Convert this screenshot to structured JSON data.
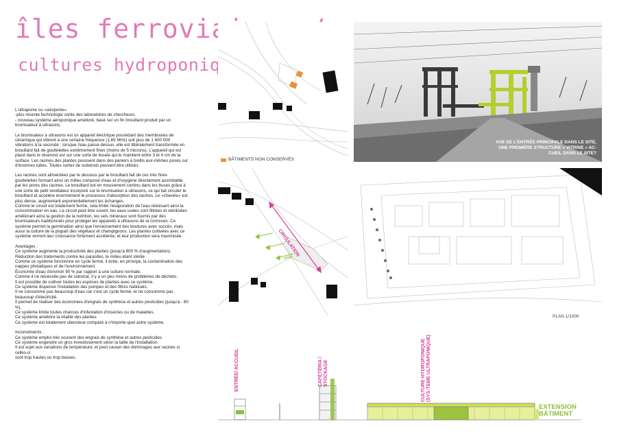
{
  "header": {
    "title_line1": "îles ferroviaires /",
    "title_line2": "cultures hydroponiques"
  },
  "body": {
    "intro_heading": "L'ultraponie ou «airoponie»",
    "intro_lines": "-plus récente technologie sortie des laboratoires de chercheurs.\n- nouveau système aéroponique amélioré, basé sur un fin brouillard produit par un brumisateur à ultrasons.",
    "para1": "Le brumisateur à ultrasons est un appareil électrique possédant des membranes de céramique qui vibrent à une certaine fréquence (1,65 MHz) soit plus de 1 600 000 vibrations à la seconde ; lorsque l'eau passe dessus, elle est littéralement transformée en brouillard fait de gouttelettes extrêmement fines (moins de 5 microns). L'appareil qui est placé dans le réservoir est sur une sorte de bouée qui le maintient entre 3 et 4 cm de la surface. Les racines des plantes poussent dans des paniers à treillis eux-mêmes posés sur d'énormes tubes. Toutes sortes de substrats peuvent être utilisés.",
    "para2": "Les racines sont alimentées par le dessous par le brouillard fait de ces très fines gouttelettes formant ainsi un milieu composé d'eau et d'oxygène directement assimilable par les pores des racines. Le brouillard est en mouvement continu dans les buses grâce à une sorte de petit ventilateur incorporé sur le brumisateur à ultrasons, ce qui fait circuler le brouillard et accélère énormément le processus d'absorption des racines. Le «chevelu» est plus dense, augmentant exponentiellement les échanges.\nComme le circuit est totalement fermé, cela limite l'évaporation de l'eau réduisant ainsi la consommation en eau. Le circuit peut être ouvert, les eaux usées sont filtrées et stérilisées améliorant ainsi la gestion de la nutrition, les sels minéraux sont fournis par des brumisateurs traditionnels pour protéger les appareils à ultrasons de la corrosion. Ce système permet la germination ainsi que l'enracinement des boutures avec succès, mais aussi la culture de la plupart des végétaux et champignons. Les plantes cultivées avec ce système verront leur croissance fortement accélérée, et leur production sera maximisée.",
    "advantages_heading": "Avantages :",
    "advantages": "Ce système augmente la productivité des plantes (jusqu'à 800 % d'augmentation).\nRéduction des traitements contre les parasites, le milieu étant stérile\nComme ce système fonctionne en cycle fermé, il évite, en principe, la contamination des nappes phréatiques et de l'environnement.\nÉconomie d'eau d'environ 90 % par rapport à une culture normale.\nComme il ne nécessite pas de substrat, il y a un peu moins de problèmes de déchets.\nIl est possible de cultiver toutes les espèces de plantes avec ce système.\nCe système dispense l'installation des pompes et des filtres habituels.\nIl ne consomme pas beaucoup d'eau car c'est un cycle fermé, et ne consomme pas\nbeaucoup d'électricité.\nIl permet de réaliser des économies d'engrais de synthèse et autres pesticides (jusqu'à - 80 %).\nCe système limite toutes chances d'infestation d'insectes ou de maladies.\nCe système améliore la vitalité des plantes.\nCe système est totalement silencieux comparé à n'importe quel autre système.",
    "drawbacks_heading": "Inconvénients :",
    "drawbacks": "Ce système emploi très souvent des engrais de synthèse et autres pesticides\nCe système engendre un gros investissement selon la taille de l'installation.\nIl est sujet aux variations de température, et peut causer des dommages aux racines si celles-ci\nsont trop hautes ou trop basses."
  },
  "figures": {
    "legend_label": "BÂTIMENTS NON CONSERVÉS",
    "photo_caption": "VUE DE L'ENTRÉE PRINCIPALE DANS LE SITE,\nUNE PREMIÈRE STRUCTURE « VITRINE » AC-\nCUEIL DANS LE SITE?",
    "circulation_label": "CIRCULATION",
    "voie_label": "voie",
    "plan_label": "PLAN 1/1000"
  },
  "section": {
    "label_entree": "ENTRÉE/ ACCUEIL",
    "label_cafeteria": "CAFÉTÉRIA / STOCKAGE",
    "label_culture": "CULTURE HYDROPONIQUE (SYS-TEME ULTRAPONIQUE)",
    "label_extension": "EXTENSION\nBÂTIMENT"
  },
  "colors": {
    "title_pink": "#e07bb6",
    "label_magenta": "#d23f97",
    "accent_green": "#8fbf3a",
    "legend_orange": "#e8933a"
  }
}
